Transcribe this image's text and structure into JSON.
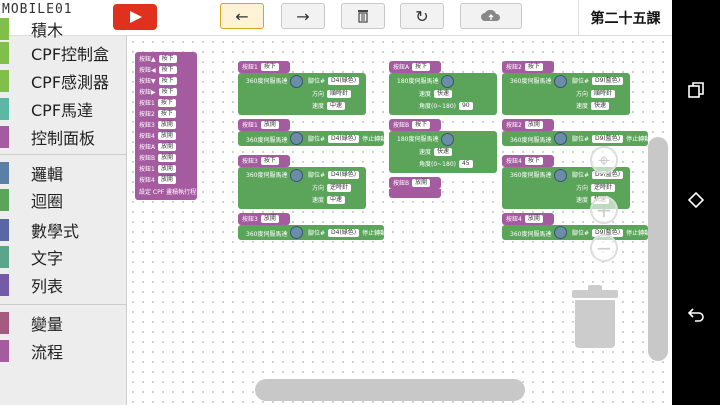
{
  "brand": {
    "logo_text": "MOBILE01"
  },
  "toolbar": {
    "back_icon": "arrow-left-icon",
    "forward_icon": "arrow-right-icon",
    "delete_icon": "trash-icon",
    "refresh_icon": "refresh-icon",
    "cloud_icon": "cloud-upload-icon",
    "lesson_title": "第二十五課"
  },
  "sidebar": {
    "partial_top": "積木",
    "items": [
      {
        "label": "CPF控制盒",
        "color": "#7fbf4a"
      },
      {
        "label": "CPF感測器",
        "color": "#7fbf4a"
      },
      {
        "label": "CPF馬達",
        "color": "#5bb8a5"
      },
      {
        "label": "控制面板",
        "color": "#a55b9f"
      },
      {
        "label": "邏輯",
        "color": "#5b80a5"
      },
      {
        "label": "迴圈",
        "color": "#5ba55b"
      },
      {
        "label": "數學式",
        "color": "#5b67a5"
      },
      {
        "label": "文字",
        "color": "#5ba58c"
      },
      {
        "label": "列表",
        "color": "#745ba5"
      },
      {
        "label": "變量",
        "color": "#a55b80"
      },
      {
        "label": "流程",
        "color": "#a55b9f"
      }
    ]
  },
  "blocks": {
    "btn_key": "按鈕",
    "press": "按下",
    "release": "放開",
    "motor360": "360度伺服馬達",
    "motor180": "180度伺服馬達",
    "pin_label": "腳位#",
    "pin_d4": "D4(綠色)",
    "pin_d9": "D9(藍色)",
    "direction": "方向",
    "cw": "順時針",
    "ccw": "逆時針",
    "speed": "速度",
    "mid": "中速",
    "fast": "快速",
    "angle": "角度(0~180)",
    "angle90": "90",
    "angle45": "45",
    "stop": "停止轉動",
    "set_cpf": "設定 CPF 畫積執行程式",
    "btn_up": "按鈕▲",
    "btn_down": "按鈕▼",
    "btn_left": "按鈕◀",
    "btn_right": "按鈕▶",
    "btn_a": "按鈕A",
    "btn_b": "按鈕B",
    "btn_1": "按鈕1",
    "btn_2": "按鈕2",
    "btn_3": "按鈕3",
    "btn_4": "按鈕4"
  }
}
